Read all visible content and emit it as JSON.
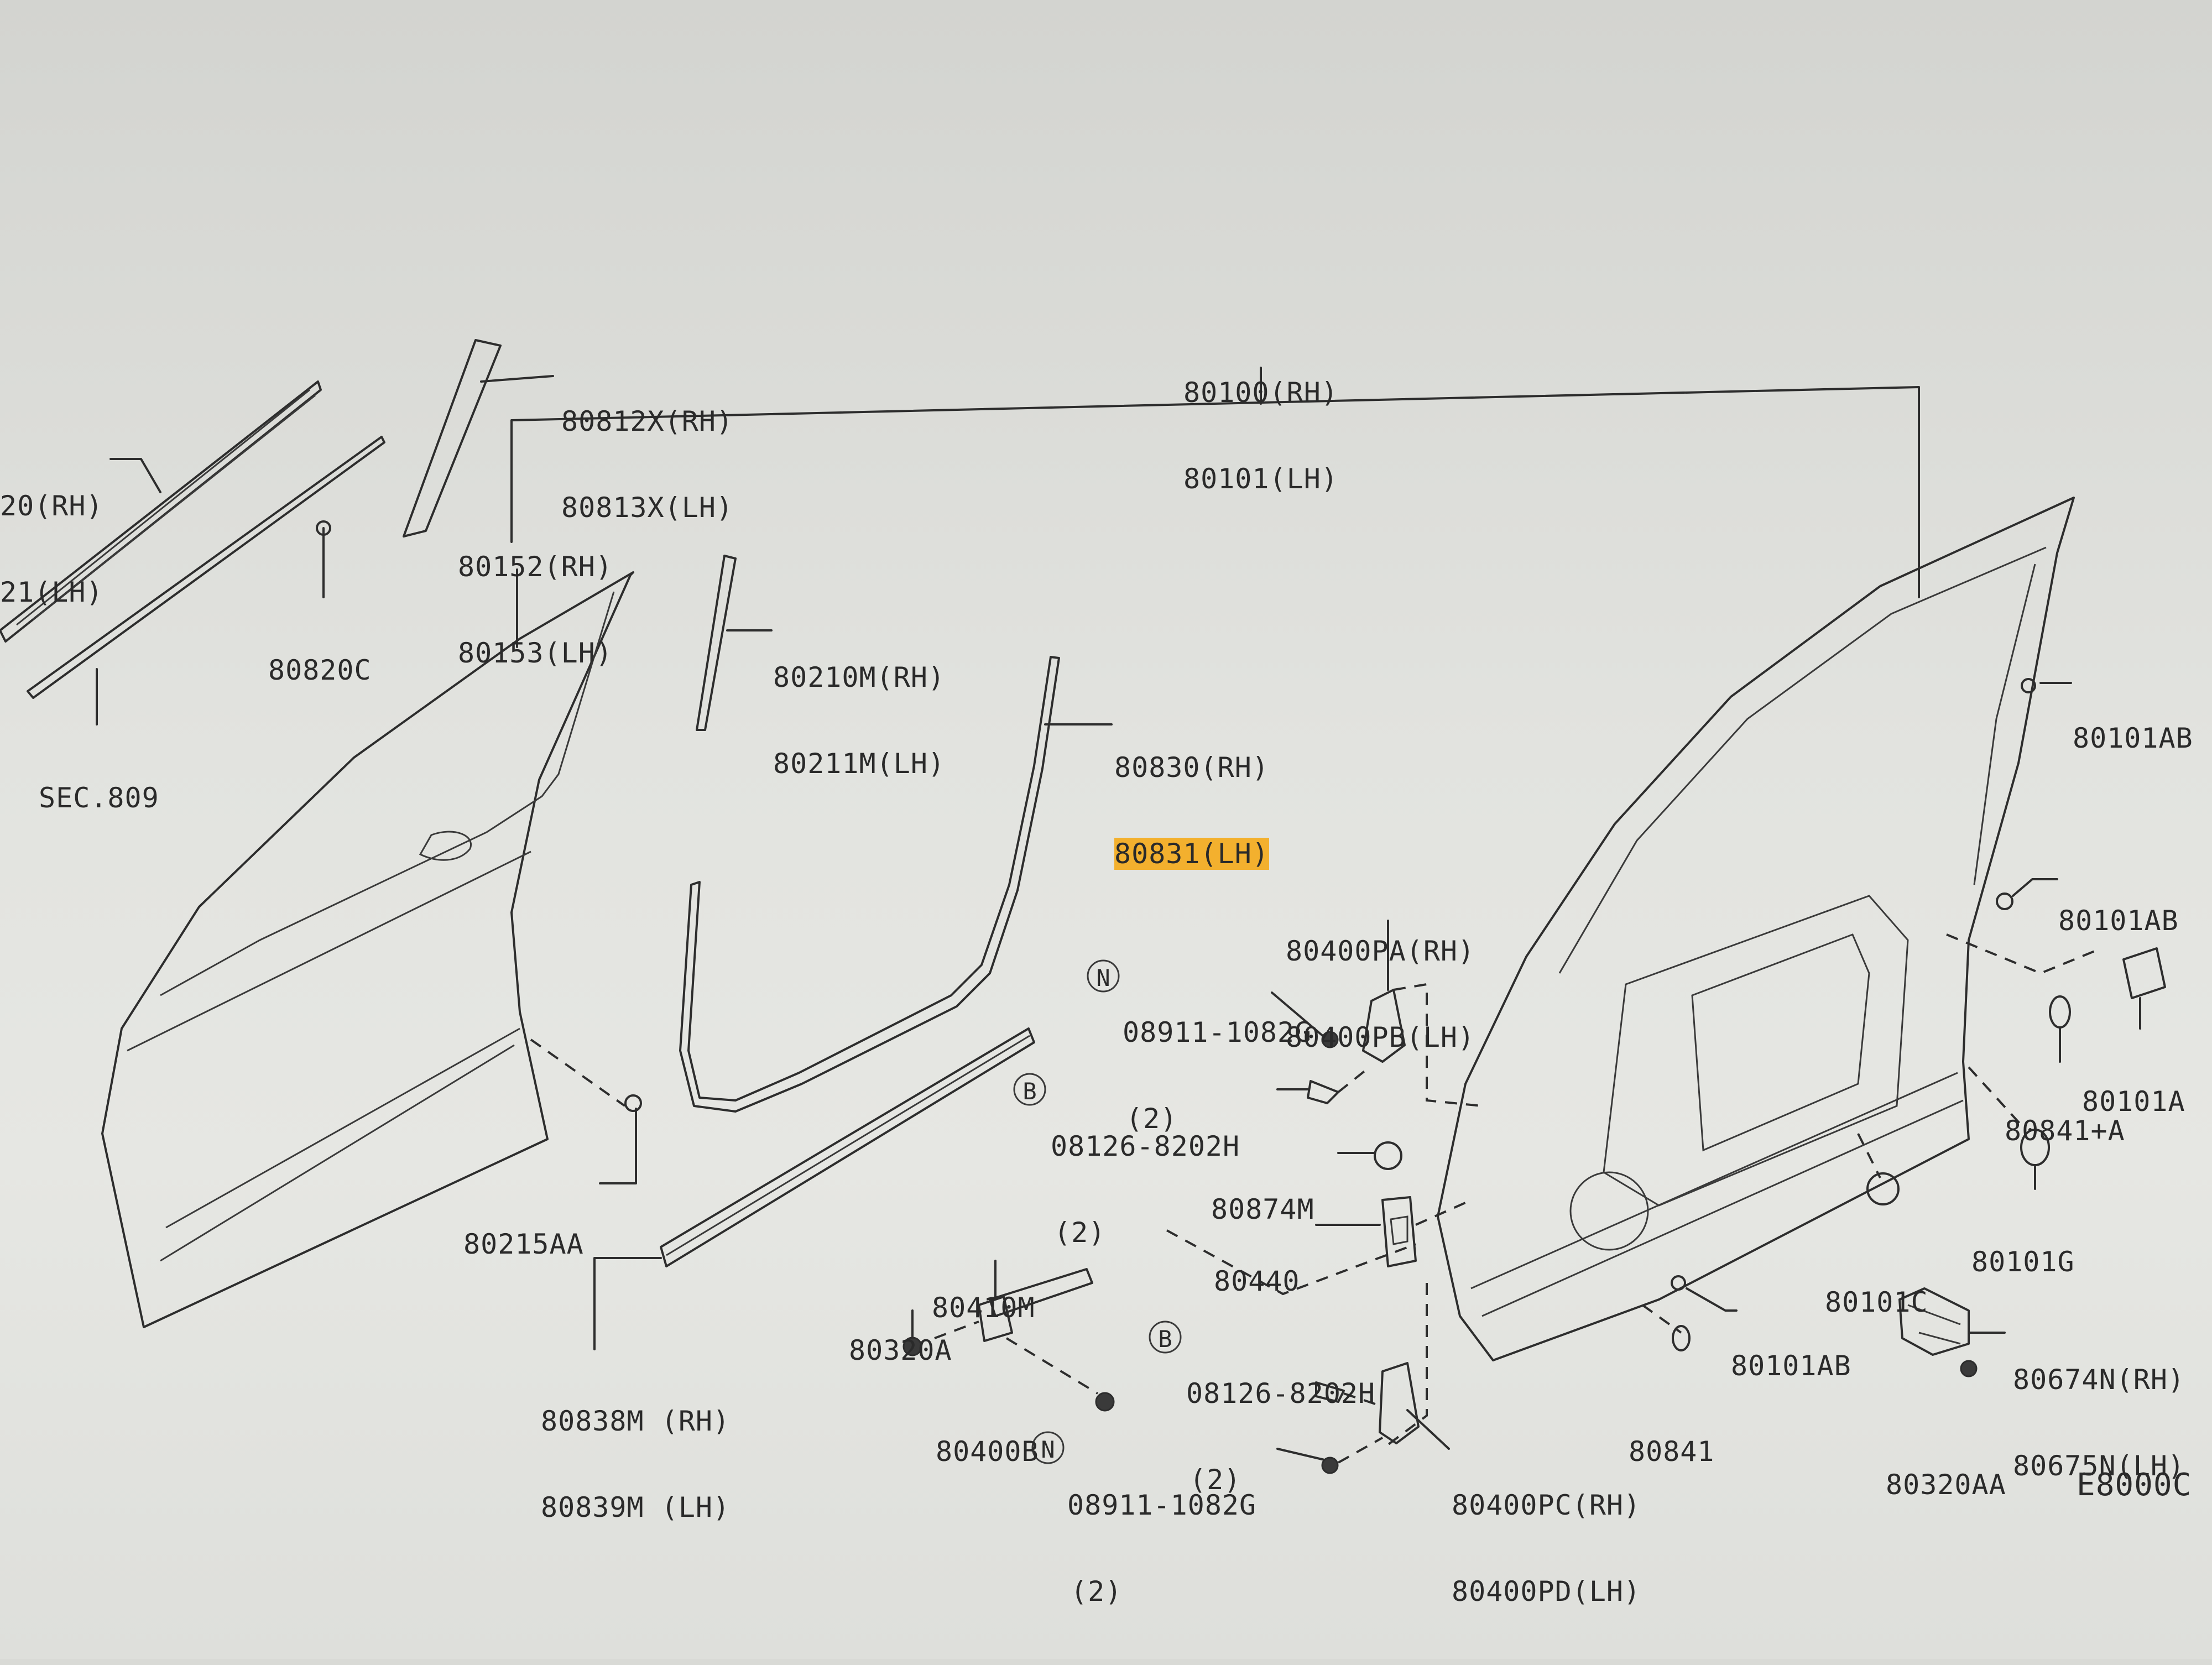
{
  "diagram_code": "E8000C",
  "labels": [
    {
      "id": "80100",
      "lines": [
        "80100(RH)",
        "80101(LH)"
      ]
    },
    {
      "id": "80812",
      "lines": [
        "80812X(RH)",
        "80813X(LH)"
      ]
    },
    {
      "id": "8082x",
      "lines": [
        "20(RH)",
        "21(LH)"
      ]
    },
    {
      "id": "80820c",
      "lines": [
        "80820C"
      ]
    },
    {
      "id": "sec809",
      "lines": [
        "SEC.809"
      ]
    },
    {
      "id": "80152",
      "lines": [
        "80152(RH)",
        "80153(LH)"
      ]
    },
    {
      "id": "80210",
      "lines": [
        "80210M(RH)",
        "80211M(LH)"
      ]
    },
    {
      "id": "80830",
      "lines": [
        "80830(RH)",
        "80831(LH)"
      ]
    },
    {
      "id": "80101ab-1",
      "lines": [
        "80101AB"
      ]
    },
    {
      "id": "80101ab-2",
      "lines": [
        "80101AB"
      ]
    },
    {
      "id": "80400pa",
      "lines": [
        "80400PA(RH)",
        "80400PB(LH)"
      ]
    },
    {
      "id": "08911-a",
      "lines": [
        "08911-1082G",
        "(2)"
      ]
    },
    {
      "id": "08126-a",
      "lines": [
        "08126-8202H",
        "(2)"
      ]
    },
    {
      "id": "80101a",
      "lines": [
        "80101A"
      ]
    },
    {
      "id": "80841a",
      "lines": [
        "80841+A"
      ]
    },
    {
      "id": "80874m",
      "lines": [
        "80874M"
      ]
    },
    {
      "id": "80215aa",
      "lines": [
        "80215AA"
      ]
    },
    {
      "id": "80440",
      "lines": [
        "80440"
      ]
    },
    {
      "id": "80101g",
      "lines": [
        "80101G"
      ]
    },
    {
      "id": "80101c",
      "lines": [
        "80101C"
      ]
    },
    {
      "id": "80410m",
      "lines": [
        "80410M"
      ]
    },
    {
      "id": "80320a",
      "lines": [
        "80320A"
      ]
    },
    {
      "id": "80101ab-3",
      "lines": [
        "80101AB"
      ]
    },
    {
      "id": "80674n",
      "lines": [
        "80674N(RH)",
        "80675N(LH)"
      ]
    },
    {
      "id": "08126-b",
      "lines": [
        "08126-8202H",
        "(2)"
      ]
    },
    {
      "id": "80838m",
      "lines": [
        "80838M (RH)",
        "80839M (LH)"
      ]
    },
    {
      "id": "80841",
      "lines": [
        "80841"
      ]
    },
    {
      "id": "80400b",
      "lines": [
        "80400B"
      ]
    },
    {
      "id": "80320aa",
      "lines": [
        "80320AA"
      ]
    },
    {
      "id": "08911-b",
      "lines": [
        "08911-1082G",
        "(2)"
      ]
    },
    {
      "id": "80400pc",
      "lines": [
        "80400PC(RH)",
        "80400PD(LH)"
      ]
    }
  ],
  "highlight": {
    "label_id": "80830",
    "line_index": 1,
    "color": "#f3b02e"
  },
  "circled_letters": {
    "nut": "N",
    "bolt": "B"
  }
}
